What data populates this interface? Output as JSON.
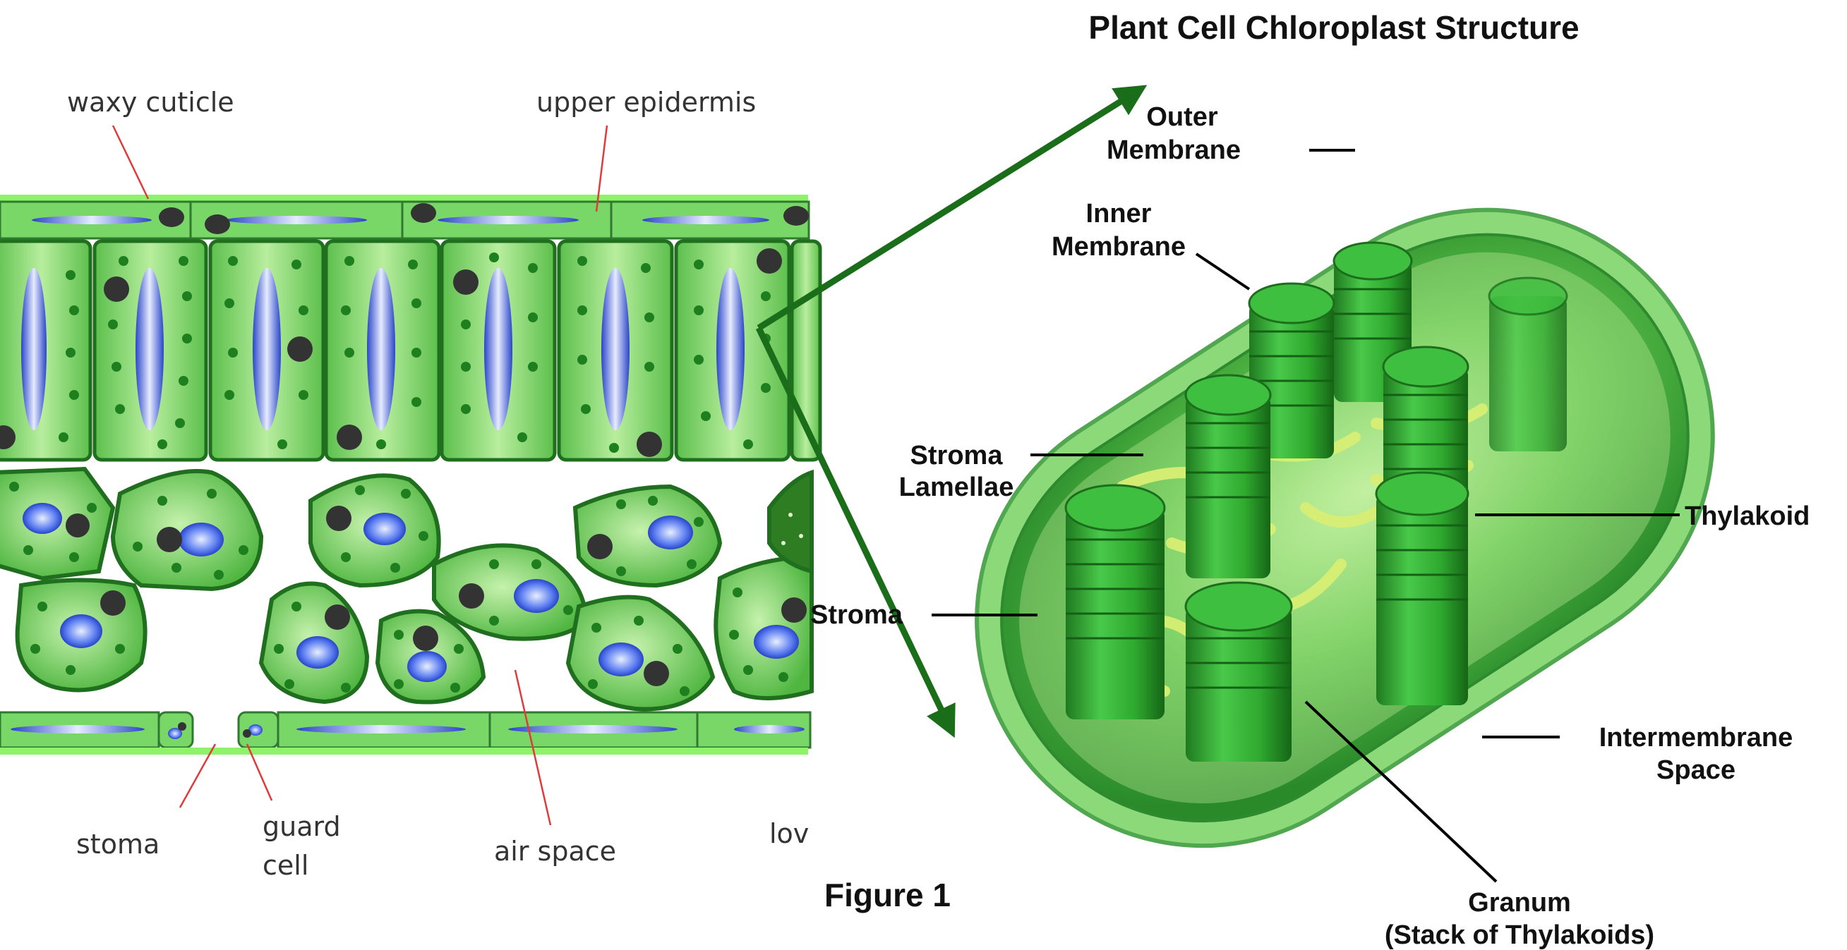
{
  "title": "Plant Cell Chloroplast Structure",
  "figure_label": "Figure 1",
  "leaf_labels": {
    "waxy_cuticle": "waxy cuticle",
    "upper_epidermis": "upper epidermis",
    "stoma": "stoma",
    "guard_cell_1": "guard",
    "guard_cell_2": "cell",
    "air_space": "air space",
    "lower_epidermis_partial": "lov"
  },
  "chloroplast_labels": {
    "outer_membrane_1": "Outer",
    "outer_membrane_2": "Membrane",
    "inner_membrane_1": "Inner",
    "inner_membrane_2": "Membrane",
    "stroma_lamellae_1": "Stroma",
    "stroma_lamellae_2": "Lamellae",
    "stroma": "Stroma",
    "thylakoid": "Thylakoid",
    "intermembrane_1": "Intermembrane",
    "intermembrane_2": "Space",
    "granum_1": "Granum",
    "granum_2": "(Stack of Thylakoids)"
  },
  "colors": {
    "cell_fill": "#6fcf5a",
    "cell_border": "#1f6f1f",
    "vacuole": "#3b5fe0",
    "arrow": "#1a6e1a",
    "chloroplast": "#3fb63a"
  }
}
